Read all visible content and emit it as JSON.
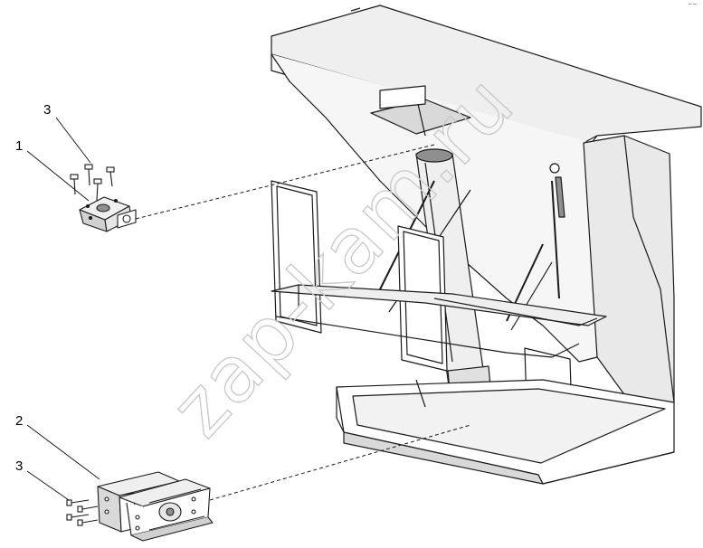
{
  "diagram": {
    "callouts": {
      "top_3": "3",
      "top_1": "1",
      "bottom_2": "2",
      "bottom_3": "3"
    },
    "watermark": "zap-kam.ru",
    "corner_mark": "⁻⁻"
  },
  "colors": {
    "line": "#1a1a1a",
    "shade": "#d9d9d9",
    "light_shade": "#efefef",
    "dark_shade": "#8f8f8f",
    "watermark": "#c8c8c8"
  }
}
